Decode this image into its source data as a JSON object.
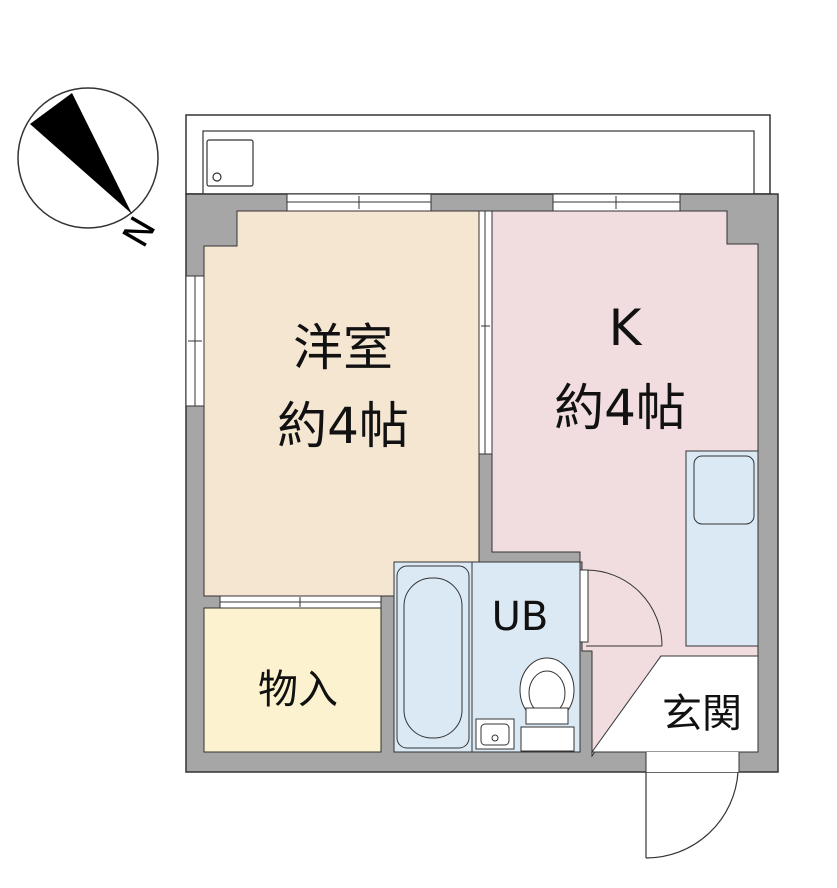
{
  "compass": {
    "label": "N",
    "icon": "compass-needle-icon"
  },
  "rooms": {
    "western_room": {
      "name": "洋室",
      "size": "約4帖",
      "color": "#f5e6d2"
    },
    "kitchen": {
      "name": "K",
      "size": "約4帖",
      "color": "#f1dde0"
    },
    "storage": {
      "name": "物入",
      "color": "#fdf2cf"
    },
    "unit_bath": {
      "name": "UB",
      "color": "#dbe9f5"
    },
    "entrance": {
      "name": "玄関",
      "color": "#ffffff"
    }
  },
  "colors": {
    "wall": "#a6a6a6",
    "outline": "#333333",
    "fixture": "#dbe9f5"
  }
}
